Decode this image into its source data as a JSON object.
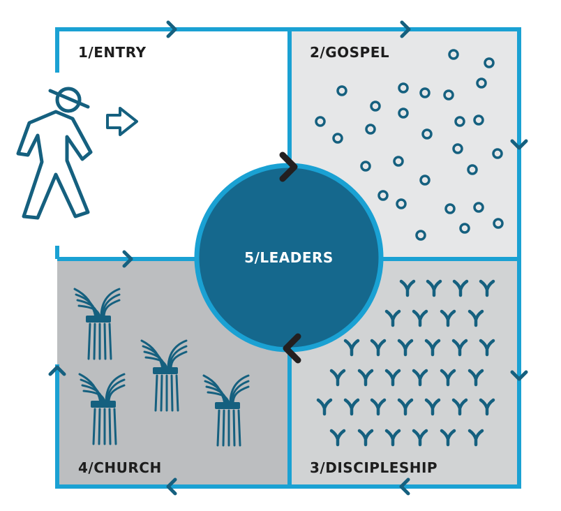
{
  "labels": {
    "entry": "1/ENTRY",
    "gospel": "2/GOSPEL",
    "discipleship": "3/DISCIPLESHIP",
    "church": "4/CHURCH",
    "leaders": "5/LEADERS"
  },
  "colors": {
    "border": "#1aa1d3",
    "circle_fill": "#15688d",
    "dark_blue": "#15607f",
    "gospel_bg": "#e6e7e8",
    "discipleship_bg": "#d1d3d4",
    "church_bg": "#bcbec0",
    "label_text": "#1d1d1d",
    "arrow_black": "#231f20",
    "white": "#ffffff"
  },
  "icons": {
    "person": "walking-person-icon",
    "entry_arrow": "right-arrow-icon",
    "gospel_marks": "circle-icon",
    "discipleship_marks": "y-sprout-icon",
    "church_marks": "wheat-sheaf-icon"
  }
}
